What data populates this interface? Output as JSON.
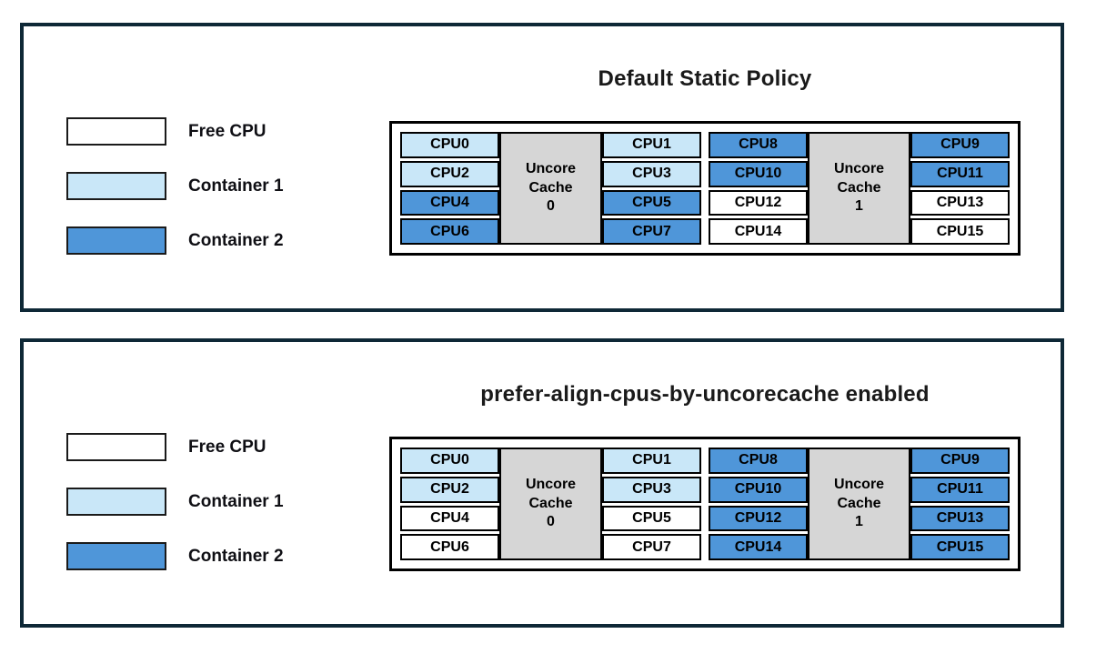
{
  "colors": {
    "free": "#ffffff",
    "container1": "#c9e7f8",
    "container2": "#4f96d9",
    "cache": "#d6d6d6",
    "cell_border": "#000000",
    "panel_border": "#0e2836",
    "text": "#000000"
  },
  "legend": {
    "items": [
      {
        "label": "Free CPU",
        "owner": "free"
      },
      {
        "label": "Container 1",
        "owner": "container1"
      },
      {
        "label": "Container 2",
        "owner": "container2"
      }
    ]
  },
  "panels": [
    {
      "title": "Default Static Policy",
      "groups": [
        {
          "cache_lines": [
            "Uncore",
            "Cache",
            "0"
          ],
          "left_cpus": [
            {
              "label": "CPU0",
              "owner": "container1"
            },
            {
              "label": "CPU2",
              "owner": "container1"
            },
            {
              "label": "CPU4",
              "owner": "container2"
            },
            {
              "label": "CPU6",
              "owner": "container2"
            }
          ],
          "right_cpus": [
            {
              "label": "CPU1",
              "owner": "container1"
            },
            {
              "label": "CPU3",
              "owner": "container1"
            },
            {
              "label": "CPU5",
              "owner": "container2"
            },
            {
              "label": "CPU7",
              "owner": "container2"
            }
          ]
        },
        {
          "cache_lines": [
            "Uncore",
            "Cache",
            "1"
          ],
          "left_cpus": [
            {
              "label": "CPU8",
              "owner": "container2"
            },
            {
              "label": "CPU10",
              "owner": "container2"
            },
            {
              "label": "CPU12",
              "owner": "free"
            },
            {
              "label": "CPU14",
              "owner": "free"
            }
          ],
          "right_cpus": [
            {
              "label": "CPU9",
              "owner": "container2"
            },
            {
              "label": "CPU11",
              "owner": "container2"
            },
            {
              "label": "CPU13",
              "owner": "free"
            },
            {
              "label": "CPU15",
              "owner": "free"
            }
          ]
        }
      ]
    },
    {
      "title": "prefer-align-cpus-by-uncorecache enabled",
      "groups": [
        {
          "cache_lines": [
            "Uncore",
            "Cache",
            "0"
          ],
          "left_cpus": [
            {
              "label": "CPU0",
              "owner": "container1"
            },
            {
              "label": "CPU2",
              "owner": "container1"
            },
            {
              "label": "CPU4",
              "owner": "free"
            },
            {
              "label": "CPU6",
              "owner": "free"
            }
          ],
          "right_cpus": [
            {
              "label": "CPU1",
              "owner": "container1"
            },
            {
              "label": "CPU3",
              "owner": "container1"
            },
            {
              "label": "CPU5",
              "owner": "free"
            },
            {
              "label": "CPU7",
              "owner": "free"
            }
          ]
        },
        {
          "cache_lines": [
            "Uncore",
            "Cache",
            "1"
          ],
          "left_cpus": [
            {
              "label": "CPU8",
              "owner": "container2"
            },
            {
              "label": "CPU10",
              "owner": "container2"
            },
            {
              "label": "CPU12",
              "owner": "container2"
            },
            {
              "label": "CPU14",
              "owner": "container2"
            }
          ],
          "right_cpus": [
            {
              "label": "CPU9",
              "owner": "container2"
            },
            {
              "label": "CPU11",
              "owner": "container2"
            },
            {
              "label": "CPU13",
              "owner": "container2"
            },
            {
              "label": "CPU15",
              "owner": "container2"
            }
          ]
        }
      ]
    }
  ]
}
